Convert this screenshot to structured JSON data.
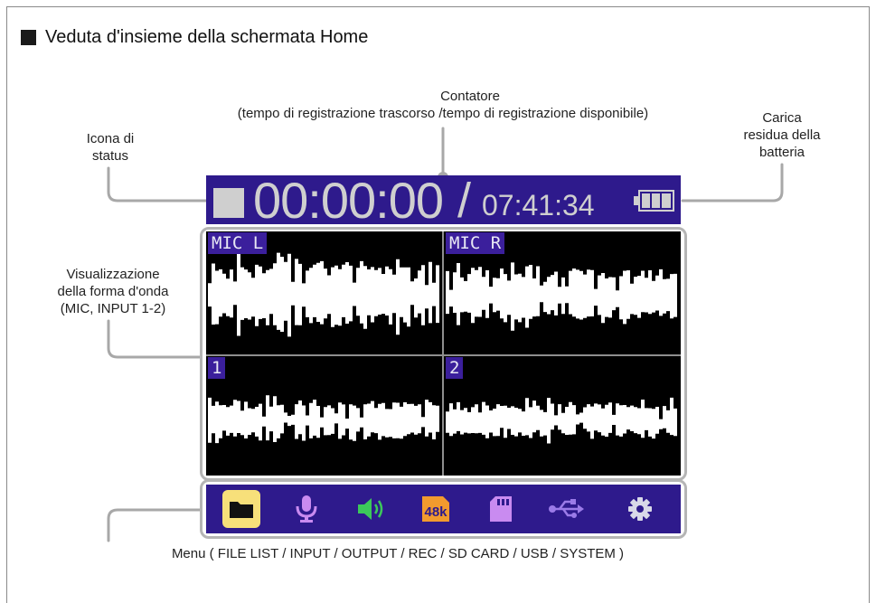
{
  "section_title": "Veduta d'insieme della schermata Home",
  "callouts": {
    "counter_title": "Contatore",
    "counter_desc": "(tempo di registrazione trascorso /tempo di registrazione disponibile)",
    "status_icon_line1": "Icona di",
    "status_icon_line2": "status",
    "battery_line1": "Carica",
    "battery_line2": "residua della",
    "battery_line3": "batteria",
    "waveform_line1": "Visualizzazione",
    "waveform_line2": "della forma d'onda",
    "waveform_line3": "(MIC, INPUT 1-2)",
    "menu_text": "Menu ( FILE LIST / INPUT / OUTPUT / REC / SD CARD / USB / SYSTEM )"
  },
  "screen": {
    "elapsed_time": "00:00:00",
    "slash": "/",
    "available_time": "07:41:34",
    "status_icon": "stop-square-icon",
    "battery_icon": "battery-icon",
    "channels": [
      {
        "label": "MIC L"
      },
      {
        "label": "MIC R"
      },
      {
        "label": "1"
      },
      {
        "label": "2"
      }
    ],
    "menu": [
      {
        "name": "folder-icon",
        "active": true
      },
      {
        "name": "microphone-icon",
        "active": false
      },
      {
        "name": "speaker-icon",
        "active": false
      },
      {
        "name": "48k-rec-icon",
        "active": false,
        "text": "48k"
      },
      {
        "name": "sd-card-icon",
        "active": false
      },
      {
        "name": "usb-icon",
        "active": false
      },
      {
        "name": "gear-icon",
        "active": false
      }
    ],
    "colors": {
      "screen_bg": "#2e1a8c",
      "label_bg": "#3b1f9c",
      "digits": "#cfcfcf",
      "active_menu": "#f7e07a",
      "menu_icon": "#c98bf0",
      "rec_icon": "#f29a2e",
      "speaker_icon": "#3cc85a",
      "usb_icon": "#9b7be8"
    }
  }
}
